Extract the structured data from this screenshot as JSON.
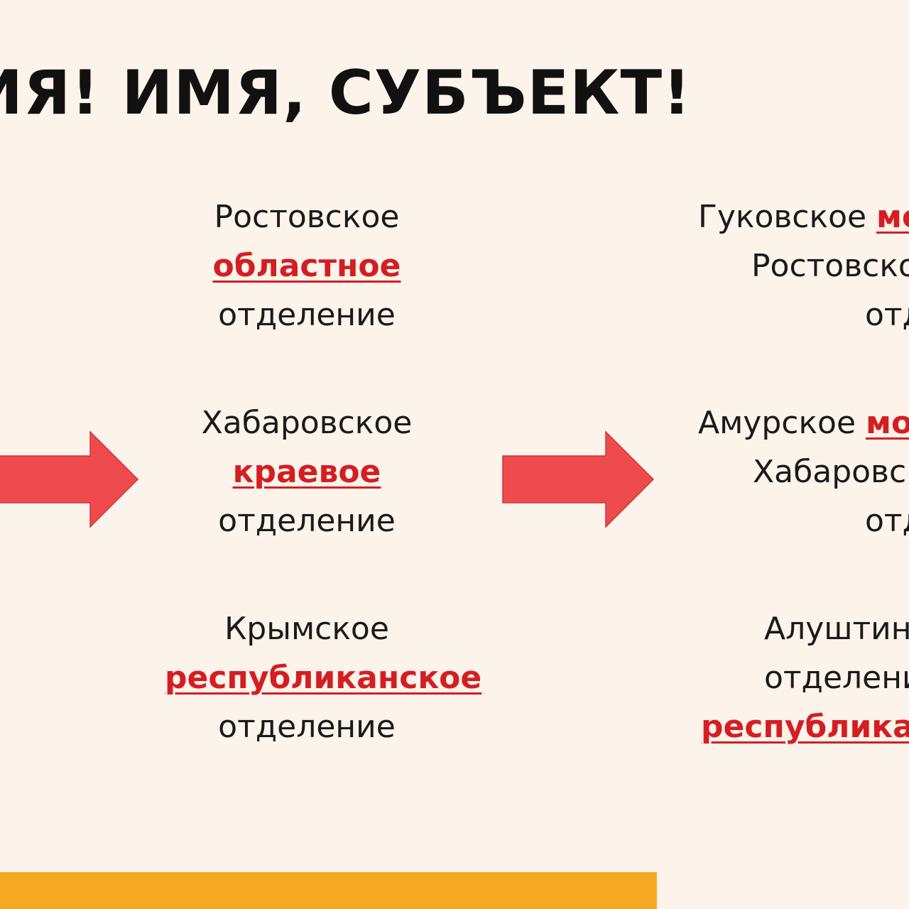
{
  "title": "ИЯ!  ИМЯ, СУБЪЕКТ!",
  "colors": {
    "background": "#fcf3eb",
    "accent_red": "#d41e22",
    "arrow": "#ef4b4f",
    "footer_bar": "#f6a823"
  },
  "center_column": [
    {
      "line1": "Ростовское",
      "highlight": "областное",
      "line3": "отделение"
    },
    {
      "line1": "Хабаровское",
      "highlight": "краевое",
      "line3": "отделение"
    },
    {
      "line1": "Крымское",
      "highlight": "республиканское",
      "line3": "отделение"
    }
  ],
  "right_column": [
    {
      "line1_text": "Гуковское ",
      "line1_highlight": "мо",
      "line2": "Ростовско",
      "line3": "отд"
    },
    {
      "line1_text": "Амурское ",
      "line1_highlight": "мо",
      "line2": "Хабаровс",
      "line3": "отд"
    },
    {
      "line1": "Алуштин",
      "line2": "отделени",
      "line3_highlight": "республикан"
    }
  ],
  "arrows": [
    {
      "name": "arrow-right-icon"
    },
    {
      "name": "arrow-right-icon"
    }
  ]
}
